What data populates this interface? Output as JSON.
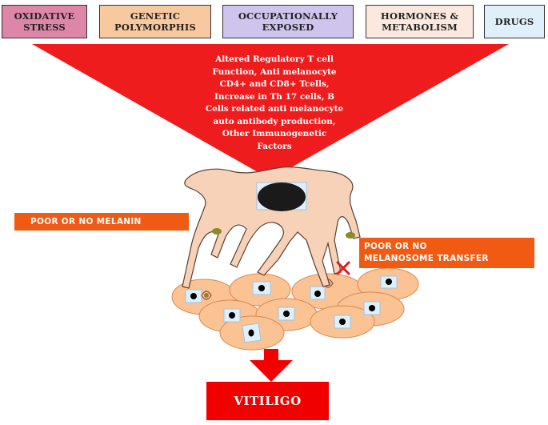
{
  "factors": [
    {
      "label": "OXIDATIVE\nSTRESS",
      "color": "#de86a8"
    },
    {
      "label": "GENETIC\nPOLYMORPHIS",
      "color": "#f8c99e"
    },
    {
      "label": "OCCUPATIONALLY\nEXPOSED",
      "color": "#cfc4ee"
    },
    {
      "label": "HORMONES &\nMETABOLISM",
      "color": "#fbe8de"
    },
    {
      "label": "DRUGS",
      "color": "#dff0fb"
    }
  ],
  "mechanism": "Altered   Regulatory T cell\nFunction, Anti melanocyte\nCD4+ and CD8+ Tcells,\nIncrease in Th 17 cells, B\nCells related anti melanocyte\nauto antibody production,\nOther Immunogenetic\nFactors",
  "labels": {
    "melanin": "POOR OR NO MELANIN",
    "transfer": "POOR OR NO\nMELANOSOME TRANSFER"
  },
  "outcome": "VITILIGO",
  "colors": {
    "funnel": "#ee1c1c",
    "melanocyte": "#f8d2b8",
    "keratinocyte": "#fbc294",
    "label_orange": "#f05a12",
    "nucleus": "#000000"
  }
}
